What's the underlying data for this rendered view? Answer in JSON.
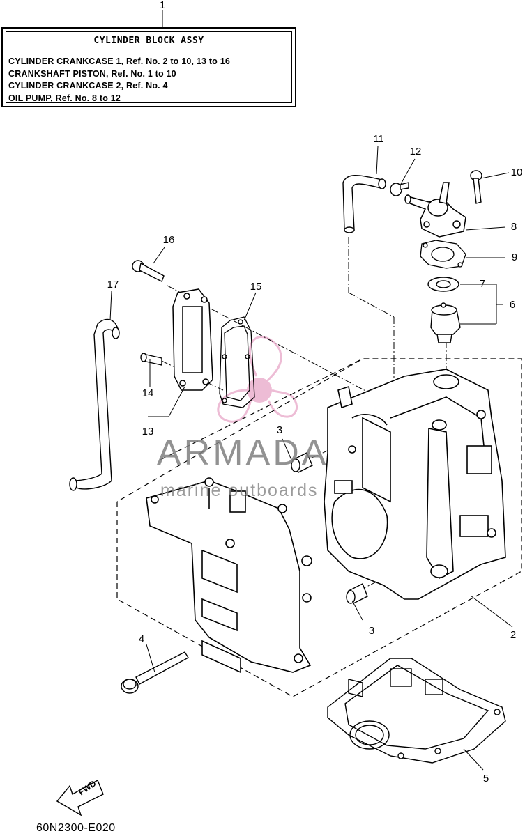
{
  "title_box": {
    "heading": "CYLINDER BLOCK ASSY",
    "lines": [
      "CYLINDER CRANKCASE 1, Ref. No. 2 to 10, 13 to 16",
      "CRANKSHAFT PISTON,  Ref. No. 1 to 10",
      "CYLINDER CRANKCASE 2,  Ref. No. 4",
      "OIL PUMP,  Ref. No. 8 to 12"
    ]
  },
  "callouts": {
    "c1": "1",
    "c2": "2",
    "c3a": "3",
    "c3b": "3",
    "c4": "4",
    "c5": "5",
    "c6": "6",
    "c7": "7",
    "c8": "8",
    "c9": "9",
    "c10": "10",
    "c11": "11",
    "c12": "12",
    "c13": "13",
    "c14": "14",
    "c15": "15",
    "c16": "16",
    "c17": "17"
  },
  "watermark": {
    "brand": "ARMADA",
    "tagline": "marine outboards",
    "logo_color": "#e8a6c8"
  },
  "forward_label": "FWD",
  "drawing_code": "60N2300-E020"
}
